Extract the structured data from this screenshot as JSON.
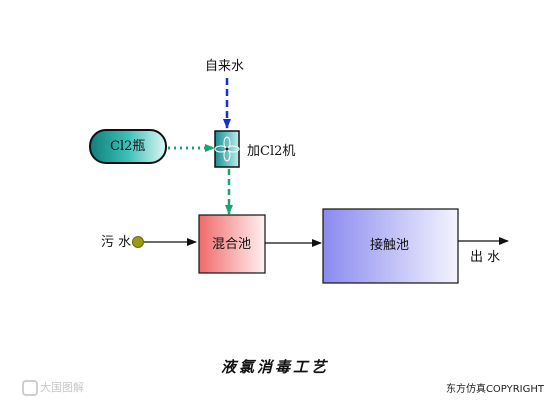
{
  "nodes": {
    "tap_water": "自来水",
    "cl2_cylinder": "Cl2瓶",
    "chlorinator": "加Cl2机",
    "sewage": "污 水",
    "mixing_tank": "混合池",
    "contact_tank": "接触池",
    "outlet": "出 水"
  },
  "title": "液氯消毒工艺",
  "copyright": "东方仿真COPYRIGHT",
  "watermark": "大国图解",
  "colors": {
    "water_line": "#1530d8",
    "chlorine_line": "#1aa56c",
    "cylinder_fill": "#1a9a94",
    "chlorinator_fill": "#2aa6a8",
    "mixing_fill": "#f06a6a",
    "contact_fill": "#8a8af0",
    "inlet_dot": "#9a9a18"
  }
}
